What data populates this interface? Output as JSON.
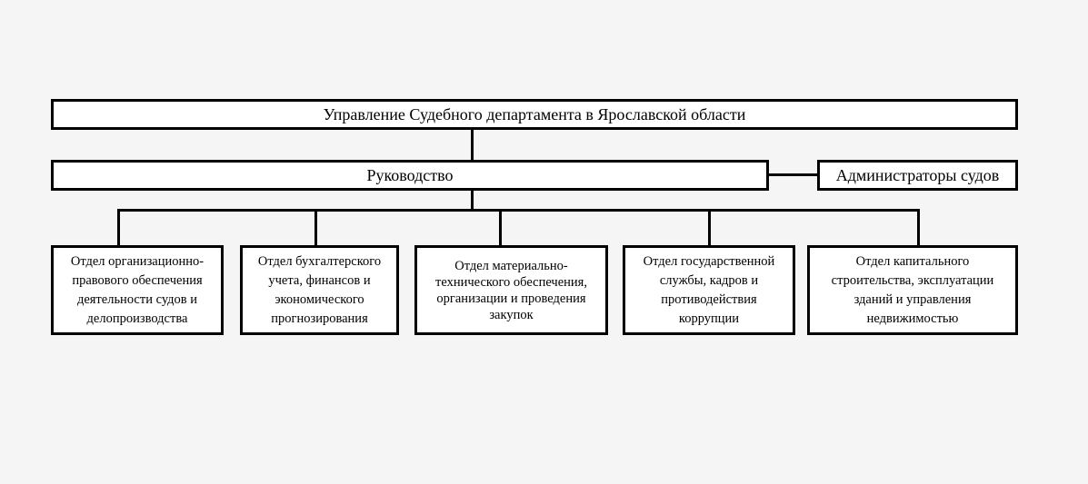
{
  "top": {
    "label": "Управление Судебного департамента в Ярославской области"
  },
  "leadership": {
    "label": "Руководство"
  },
  "admins": {
    "label": "Администраторы судов"
  },
  "departments": [
    {
      "label": "Отдел организационно-\nправового обеспечения\nдеятельности судов и\nделопроизводства"
    },
    {
      "label": "Отдел бухгалтерского\nучета, финансов и\nэкономического\nпрогнозирования"
    },
    {
      "label": "Отдел материально-\nтехнического обеспечения,\nорганизации и проведения\nзакупок"
    },
    {
      "label": "Отдел государственной\nслужбы, кадров и\nпротиводействия\nкоррупции"
    },
    {
      "label": "Отдел капитального\nстроительства, эксплуатации\nзданий и управления\nнедвижимостью"
    }
  ],
  "colors": {
    "background": "#f5f5f5",
    "box": "#ffffff",
    "line": "#000000"
  }
}
